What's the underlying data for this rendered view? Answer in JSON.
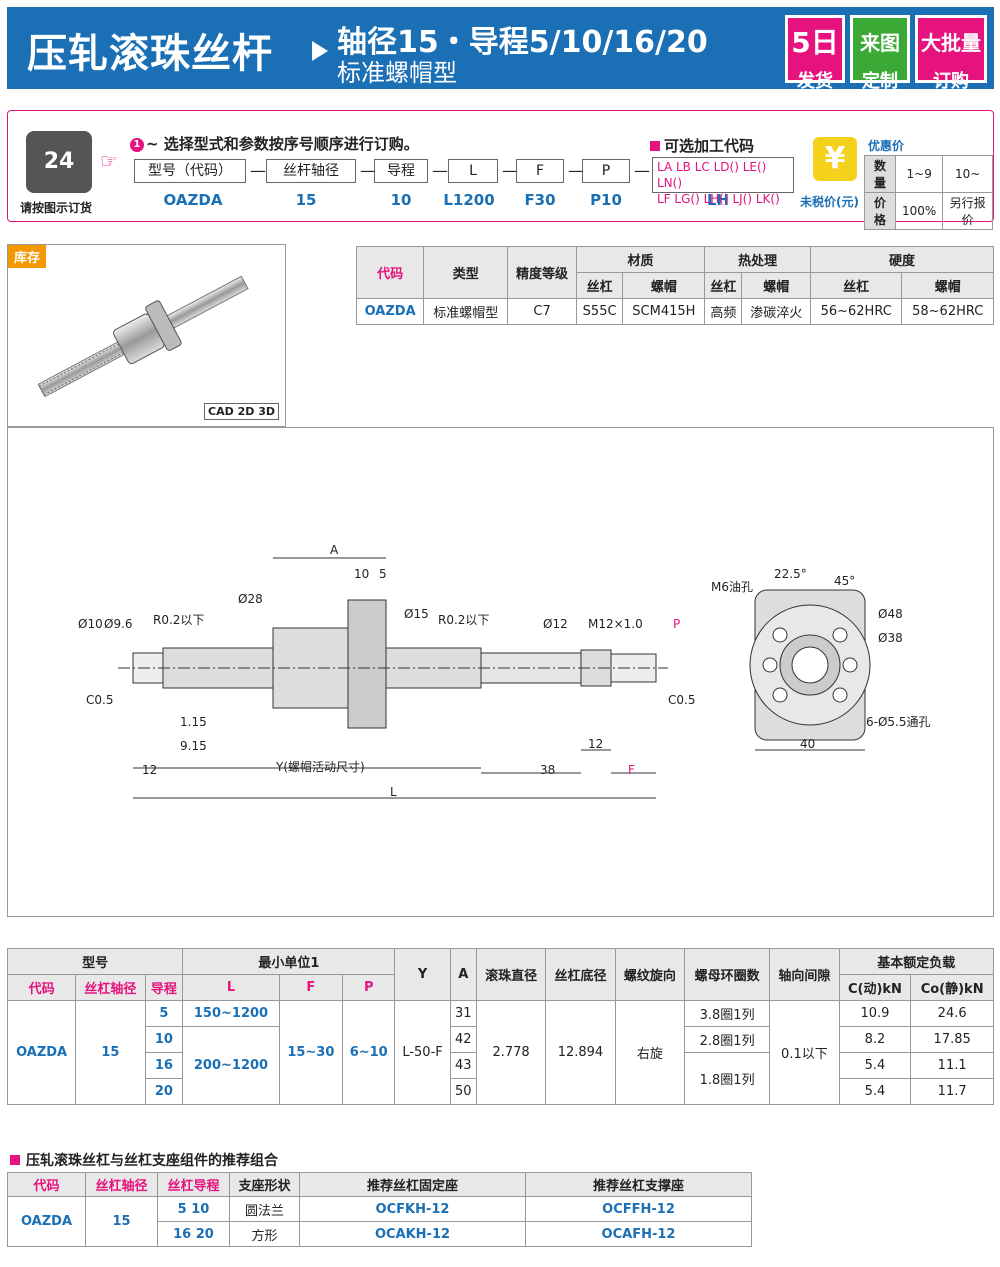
{
  "header": {
    "title": "压轧滚珠丝杆",
    "spec": "轴径15・导程5/10/16/20",
    "subtitle": "标准螺帽型",
    "badges": [
      {
        "big": "5日",
        "small": "发货"
      },
      {
        "big": "来图",
        "small": "定制"
      },
      {
        "big": "大批量",
        "small": "订购"
      }
    ]
  },
  "order": {
    "phone_label": "24",
    "phone_caption": "请按图示订货",
    "instruction": "~ 选择型式和参数按序号顺序进行订购。",
    "fields": [
      "型号（代码）",
      "丝杆轴径",
      "导程",
      "L",
      "F",
      "P"
    ],
    "values": [
      "OAZDA",
      "15",
      "10",
      "L1200",
      "F30",
      "P10",
      "LH"
    ],
    "option_label": "可选加工代码",
    "option_codes_1": "LA LB LC LD() LE() LN()",
    "option_codes_2": "LF LG() LH() LJ() LK()",
    "yen_caption": "未税价(元)",
    "discount_title": "优惠价",
    "discount_table": [
      [
        "数量",
        "1~9",
        "10~"
      ],
      [
        "价格",
        "100%",
        "另行报价"
      ]
    ]
  },
  "stock": {
    "tag": "库存",
    "cad": "CAD 2D 3D"
  },
  "spec_table": {
    "headers": [
      "代码",
      "类型",
      "精度等级",
      "材质",
      "热处理",
      "硬度"
    ],
    "sub": [
      "丝杠",
      "螺帽",
      "丝杠",
      "螺帽",
      "丝杠",
      "螺帽"
    ],
    "row": [
      "OAZDA",
      "标准螺帽型",
      "C7",
      "S55C",
      "SCM415H",
      "高频",
      "渗碳淬火",
      "56~62HRC",
      "58~62HRC"
    ]
  },
  "drawing": {
    "labels": [
      "A",
      "10",
      "5",
      "Ø15",
      "R0.2以下",
      "R0.2以下",
      "Ø12",
      "M12×1.0",
      "Ø10",
      "Ø9.6",
      "Ø28",
      "P",
      "C0.5",
      "C0.5",
      "1.15",
      "9.15",
      "12",
      "12",
      "38",
      "F",
      "Y(螺帽活动尺寸)",
      "L",
      "M6油孔",
      "22.5°",
      "45°",
      "Ø48",
      "Ø38",
      "6-Ø5.5通孔",
      "40"
    ]
  },
  "main_table": {
    "h1": [
      "型号",
      "最小单位1",
      "Y",
      "A",
      "滚珠直径",
      "丝杠底径",
      "螺纹旋向",
      "螺母环圈数",
      "轴向间隙",
      "基本额定负载"
    ],
    "h2": [
      "代码",
      "丝杠轴径",
      "导程",
      "L",
      "F",
      "P",
      "C(动)kN",
      "Co(静)kN"
    ],
    "code": "OAZDA",
    "dia": "15",
    "leads": [
      "5",
      "10",
      "16",
      "20"
    ],
    "L_ranges": [
      "150~1200",
      "200~1200"
    ],
    "F": "15~30",
    "P": "6~10",
    "Y": "L-50-F",
    "A": [
      "31",
      "42",
      "43",
      "50"
    ],
    "ball": "2.778",
    "root": "12.894",
    "dir": "右旋",
    "turns": [
      "3.8圈1列",
      "2.8圈1列",
      "1.8圈1列"
    ],
    "gap": "0.1以下",
    "C": [
      "10.9",
      "8.2",
      "5.4",
      "5.4"
    ],
    "Co": [
      "24.6",
      "17.85",
      "11.1",
      "11.7"
    ]
  },
  "combo": {
    "title": "压轧滚珠丝杠与丝杠支座组件的推荐组合",
    "headers": [
      "代码",
      "丝杠轴径",
      "丝杠导程",
      "支座形状",
      "推荐丝杠固定座",
      "推荐丝杠支撑座"
    ],
    "code": "OAZDA",
    "dia": "15",
    "leads1": "5 10",
    "leads2": "16 20",
    "shape1": "圆法兰",
    "shape2": "方形",
    "fix1": "OCFKH-12",
    "fix2": "OCAKH-12",
    "sup1": "OCFFH-12",
    "sup2": "OCAFH-12"
  }
}
